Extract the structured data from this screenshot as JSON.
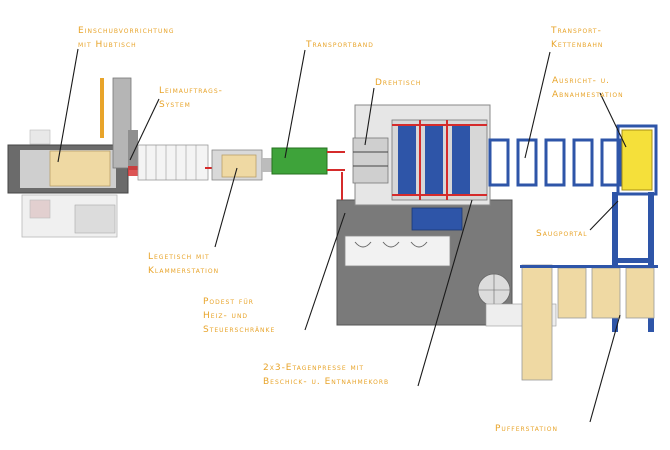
{
  "labels": {
    "einschub": [
      "Einschubvorrichtung",
      "mit Hubtisch"
    ],
    "leimauftrag": [
      "Leimauftrags-",
      "System"
    ],
    "transportband": [
      "Transportband"
    ],
    "drehtisch": [
      "Drehtisch"
    ],
    "transportkettenbahn": [
      "Transport-",
      "Kettenbahn"
    ],
    "ausricht": [
      "Ausricht- u.",
      "Abnahmestation"
    ],
    "saugportal": [
      "Saugportal"
    ],
    "legetisch": [
      "Legetisch mit",
      "Klammerstation"
    ],
    "podest": [
      "Podest für",
      "Heiz- und",
      "Steuerschränke"
    ],
    "presse": [
      "2x3-Etagenpresse mit",
      "Beschick- u. Entnahmekorb"
    ],
    "puffer": [
      "Pufferstation"
    ]
  },
  "colors": {
    "label": "#e8a42a",
    "leader": "#1a1a1a",
    "frame_blue": "#2e55a8",
    "conveyor_green": "#3ea33a",
    "accent_red": "#d52b2b",
    "panel_yellow": "#efd9a3",
    "highlight_yellow": "#f5e03a",
    "platform_gray": "#7a7a7a"
  }
}
